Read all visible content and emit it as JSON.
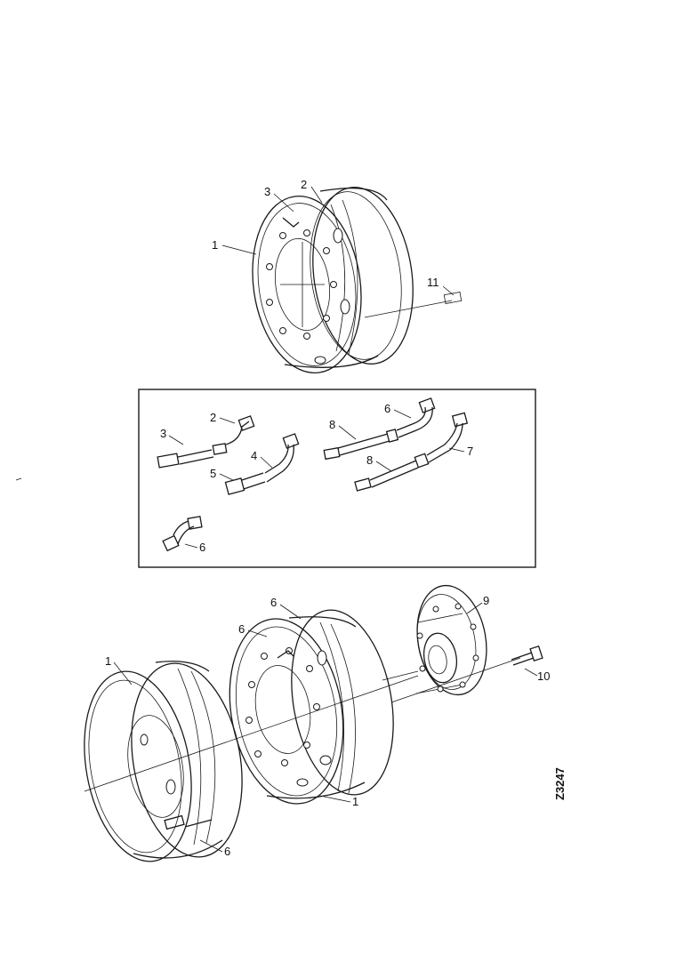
{
  "drawing_number": "Z3247",
  "callouts": {
    "top_wheel": {
      "rim": "1",
      "valve_a": "2",
      "valve_b": "3",
      "valve_bolt": "11"
    },
    "valve_kit": {
      "v3": "3",
      "v2": "2",
      "v5": "5",
      "v4": "4",
      "v8a": "8",
      "v6a": "6",
      "v8b": "8",
      "v7": "7",
      "v6b": "6"
    },
    "bottom_assembly": {
      "outer_rim": "1",
      "inner_valve_a": "6",
      "inner_valve_b": "6",
      "hub": "9",
      "stud": "10",
      "inner_rim": "1",
      "outer_valve": "6"
    }
  }
}
